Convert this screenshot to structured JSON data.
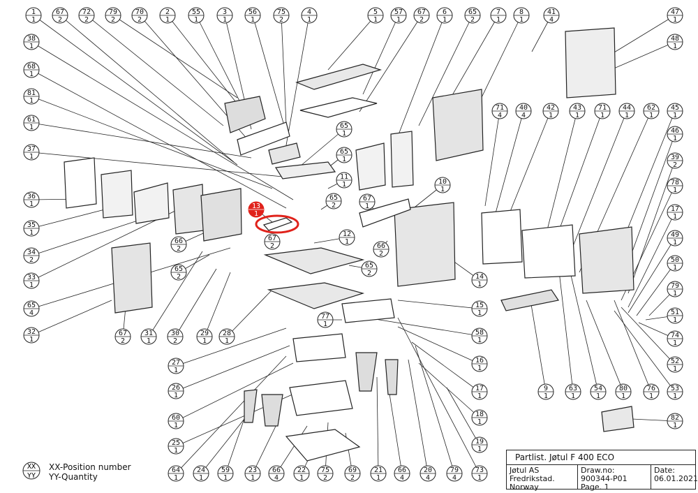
{
  "balloons": [
    {
      "pos": "1",
      "qty": "1"
    },
    {
      "pos": "67",
      "qty": "2"
    },
    {
      "pos": "72",
      "qty": "2"
    },
    {
      "pos": "79",
      "qty": "2"
    },
    {
      "pos": "70",
      "qty": "2"
    },
    {
      "pos": "2",
      "qty": "1"
    },
    {
      "pos": "55",
      "qty": "1"
    },
    {
      "pos": "3",
      "qty": "1"
    },
    {
      "pos": "56",
      "qty": "1"
    },
    {
      "pos": "75",
      "qty": "2"
    },
    {
      "pos": "4",
      "qty": "1"
    },
    {
      "pos": "5",
      "qty": "1"
    },
    {
      "pos": "57",
      "qty": "1"
    },
    {
      "pos": "67",
      "qty": "2"
    },
    {
      "pos": "6",
      "qty": "1"
    },
    {
      "pos": "65",
      "qty": "2"
    },
    {
      "pos": "7",
      "qty": "1"
    },
    {
      "pos": "8",
      "qty": "1"
    },
    {
      "pos": "41",
      "qty": "4"
    },
    {
      "pos": "47",
      "qty": "1"
    },
    {
      "pos": "48",
      "qty": "1"
    },
    {
      "pos": "38",
      "qty": "1"
    },
    {
      "pos": "68",
      "qty": "1"
    },
    {
      "pos": "81",
      "qty": "1"
    },
    {
      "pos": "61",
      "qty": "1"
    },
    {
      "pos": "37",
      "qty": "1"
    },
    {
      "pos": "36",
      "qty": "1"
    },
    {
      "pos": "35",
      "qty": "1"
    },
    {
      "pos": "34",
      "qty": "2"
    },
    {
      "pos": "33",
      "qty": "1"
    },
    {
      "pos": "65",
      "qty": "4"
    },
    {
      "pos": "32",
      "qty": "1"
    },
    {
      "pos": "65",
      "qty": "1"
    },
    {
      "pos": "65",
      "qty": "1"
    },
    {
      "pos": "11",
      "qty": "1"
    },
    {
      "pos": "65",
      "qty": "2"
    },
    {
      "pos": "67",
      "qty": "1"
    },
    {
      "pos": "10",
      "qty": "1"
    },
    {
      "pos": "71",
      "qty": "4"
    },
    {
      "pos": "40",
      "qty": "4"
    },
    {
      "pos": "42",
      "qty": "1"
    },
    {
      "pos": "43",
      "qty": "1"
    },
    {
      "pos": "71",
      "qty": "1"
    },
    {
      "pos": "44",
      "qty": "1"
    },
    {
      "pos": "62",
      "qty": "1"
    },
    {
      "pos": "45",
      "qty": "1"
    },
    {
      "pos": "46",
      "qty": "1"
    },
    {
      "pos": "39",
      "qty": "2"
    },
    {
      "pos": "78",
      "qty": "1"
    },
    {
      "pos": "17",
      "qty": "1"
    },
    {
      "pos": "49",
      "qty": "1"
    },
    {
      "pos": "50",
      "qty": "1"
    },
    {
      "pos": "79",
      "qty": "1"
    },
    {
      "pos": "51",
      "qty": "1"
    },
    {
      "pos": "74",
      "qty": "1"
    },
    {
      "pos": "52",
      "qty": "1"
    },
    {
      "pos": "53",
      "qty": "1"
    },
    {
      "pos": "76",
      "qty": "1"
    },
    {
      "pos": "80",
      "qty": "1"
    },
    {
      "pos": "54",
      "qty": "1"
    },
    {
      "pos": "63",
      "qty": "1"
    },
    {
      "pos": "9",
      "qty": "1"
    },
    {
      "pos": "82",
      "qty": "1"
    },
    {
      "pos": "66",
      "qty": "2"
    },
    {
      "pos": "65",
      "qty": "2"
    },
    {
      "pos": "67",
      "qty": "2"
    },
    {
      "pos": "12",
      "qty": "1"
    },
    {
      "pos": "65",
      "qty": "2"
    },
    {
      "pos": "66",
      "qty": "2"
    },
    {
      "pos": "14",
      "qty": "1"
    },
    {
      "pos": "15",
      "qty": "1"
    },
    {
      "pos": "58",
      "qty": "1"
    },
    {
      "pos": "16",
      "qty": "1"
    },
    {
      "pos": "17",
      "qty": "1"
    },
    {
      "pos": "18",
      "qty": "1"
    },
    {
      "pos": "19",
      "qty": "1"
    },
    {
      "pos": "77",
      "qty": "1"
    },
    {
      "pos": "67",
      "qty": "2"
    },
    {
      "pos": "31",
      "qty": "1"
    },
    {
      "pos": "30",
      "qty": "2"
    },
    {
      "pos": "29",
      "qty": "1"
    },
    {
      "pos": "28",
      "qty": "1"
    },
    {
      "pos": "27",
      "qty": "1"
    },
    {
      "pos": "26",
      "qty": "1"
    },
    {
      "pos": "60",
      "qty": "1"
    },
    {
      "pos": "25",
      "qty": "1"
    },
    {
      "pos": "64",
      "qty": "1"
    },
    {
      "pos": "24",
      "qty": "1"
    },
    {
      "pos": "59",
      "qty": "1"
    },
    {
      "pos": "23",
      "qty": "1"
    },
    {
      "pos": "66",
      "qty": "4"
    },
    {
      "pos": "22",
      "qty": "1"
    },
    {
      "pos": "75",
      "qty": "2"
    },
    {
      "pos": "69",
      "qty": "2"
    },
    {
      "pos": "21",
      "qty": "1"
    },
    {
      "pos": "66",
      "qty": "4"
    },
    {
      "pos": "20",
      "qty": "4"
    },
    {
      "pos": "79",
      "qty": "4"
    },
    {
      "pos": "73",
      "qty": "1"
    },
    {
      "pos": "13",
      "qty": "1"
    }
  ],
  "legend": {
    "top": "XX",
    "bottom": "YY",
    "line1": "XX-Position number",
    "line2": "YY-Quantity"
  },
  "title_block": {
    "title": "Partlist. Jøtul F 400 ECO",
    "company_line1": "Jøtul AS",
    "company_line2": "Fredrikstad. Norway",
    "draw_label": "Draw.no:",
    "draw_value": "900344-P01 Page. 1",
    "date_label": "Date:",
    "date_value": "06.01.2021"
  },
  "colors": {
    "highlight": "#e0221b",
    "line": "#222222"
  }
}
